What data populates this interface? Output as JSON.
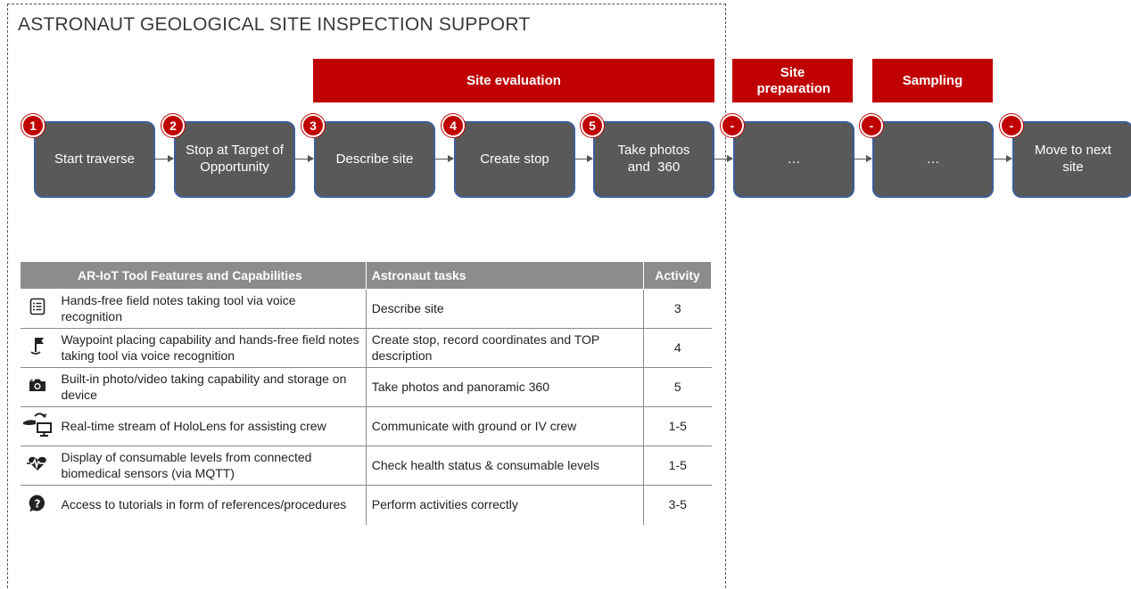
{
  "title": "ASTRONAUT GEOLOGICAL SITE INSPECTION SUPPORT",
  "phases": {
    "evaluation": "Site evaluation",
    "preparation": "Site preparation",
    "sampling": "Sampling"
  },
  "steps": [
    {
      "badge": "1",
      "label": "Start traverse"
    },
    {
      "badge": "2",
      "label": "Stop at Target of Opportunity"
    },
    {
      "badge": "3",
      "label": "Describe site"
    },
    {
      "badge": "4",
      "label": "Create stop"
    },
    {
      "badge": "5",
      "label": "Take photos and  360"
    },
    {
      "badge": "-",
      "label": "…"
    },
    {
      "badge": "-",
      "label": "…"
    },
    {
      "badge": "-",
      "label": "Move to next site"
    }
  ],
  "table": {
    "headers": {
      "features": "AR-IoT Tool Features and Capabilities",
      "tasks": "Astronaut tasks",
      "activity": "Activity"
    },
    "rows": [
      {
        "icon": "notes-list-icon",
        "feature": "Hands-free field notes taking tool via voice recognition",
        "task": "Describe site",
        "activity": "3"
      },
      {
        "icon": "waypoint-flag-icon",
        "feature": "Waypoint placing capability and hands-free field notes taking tool via voice recognition",
        "task": "Create stop, record coordinates and TOP description",
        "activity": "4"
      },
      {
        "icon": "camera-icon",
        "feature": "Built-in photo/video taking capability and storage on device",
        "task": "Take photos and panoramic 360",
        "activity": "5"
      },
      {
        "icon": "headset-stream-icon",
        "feature": "Real-time stream of HoloLens for assisting crew",
        "task": "Communicate with ground or IV crew",
        "activity": "1-5"
      },
      {
        "icon": "heart-rate-icon",
        "feature": "Display of consumable levels from connected biomedical sensors (via MQTT)",
        "task": "Check health status & consumable levels",
        "activity": "1-5"
      },
      {
        "icon": "question-bubble-icon",
        "feature": "Access to tutorials in form of references/procedures",
        "task": "Perform activities correctly",
        "activity": "3-5"
      }
    ]
  },
  "colors": {
    "accent_red": "#c00000",
    "step_fill": "#595959",
    "step_border": "#3f5d9a",
    "header_gray": "#8c8c8c"
  }
}
